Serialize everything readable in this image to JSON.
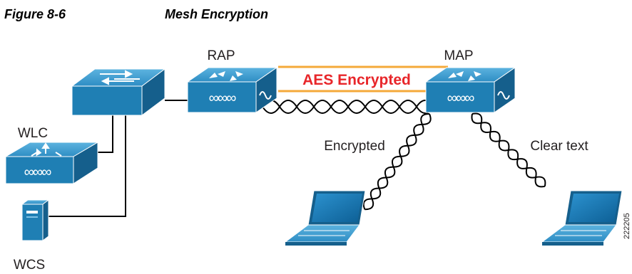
{
  "figure": {
    "number": "Figure 8-6",
    "title": "Mesh Encryption"
  },
  "diagram": {
    "nodes": {
      "rap_label": "RAP",
      "map_label": "MAP",
      "wlc_label": "WLC",
      "wcs_label": "WCS"
    },
    "link_labels": {
      "backhaul": "AES Encrypted",
      "left_client": "Encrypted",
      "right_client": "Clear text"
    },
    "figure_id": "222205",
    "colors": {
      "device_blue": "#1f7fb4",
      "device_top": "#4aa6d6",
      "aes_text": "#e8262a",
      "aes_line": "#f4a93a",
      "text": "#231f20"
    }
  }
}
